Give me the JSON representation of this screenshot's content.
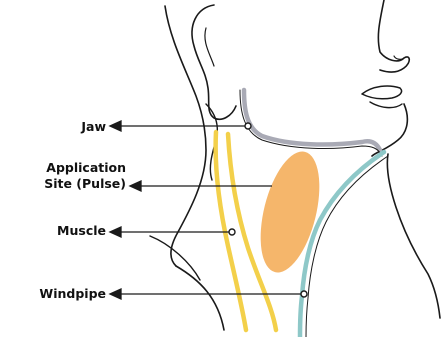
{
  "labels": {
    "jaw": "Jaw",
    "application_site_line1": "Application",
    "application_site_line2": "Site (Pulse)",
    "muscle": "Muscle",
    "windpipe": "Windpipe"
  },
  "colors": {
    "outline": "#1a1a1a",
    "jaw_bone": "#a9aab5",
    "muscle": "#f3d04a",
    "pulse_site": "#f5b66b",
    "windpipe": "#8ec8c8"
  }
}
